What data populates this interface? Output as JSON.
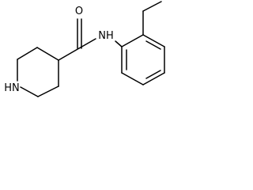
{
  "molecule": {
    "atom_labels": {
      "carbonyl_oxygen": "O",
      "amide_nitrogen": "NH",
      "ring_nitrogen": "HN"
    },
    "colors": {
      "bond": "#000000",
      "background": "#ffffff"
    }
  }
}
